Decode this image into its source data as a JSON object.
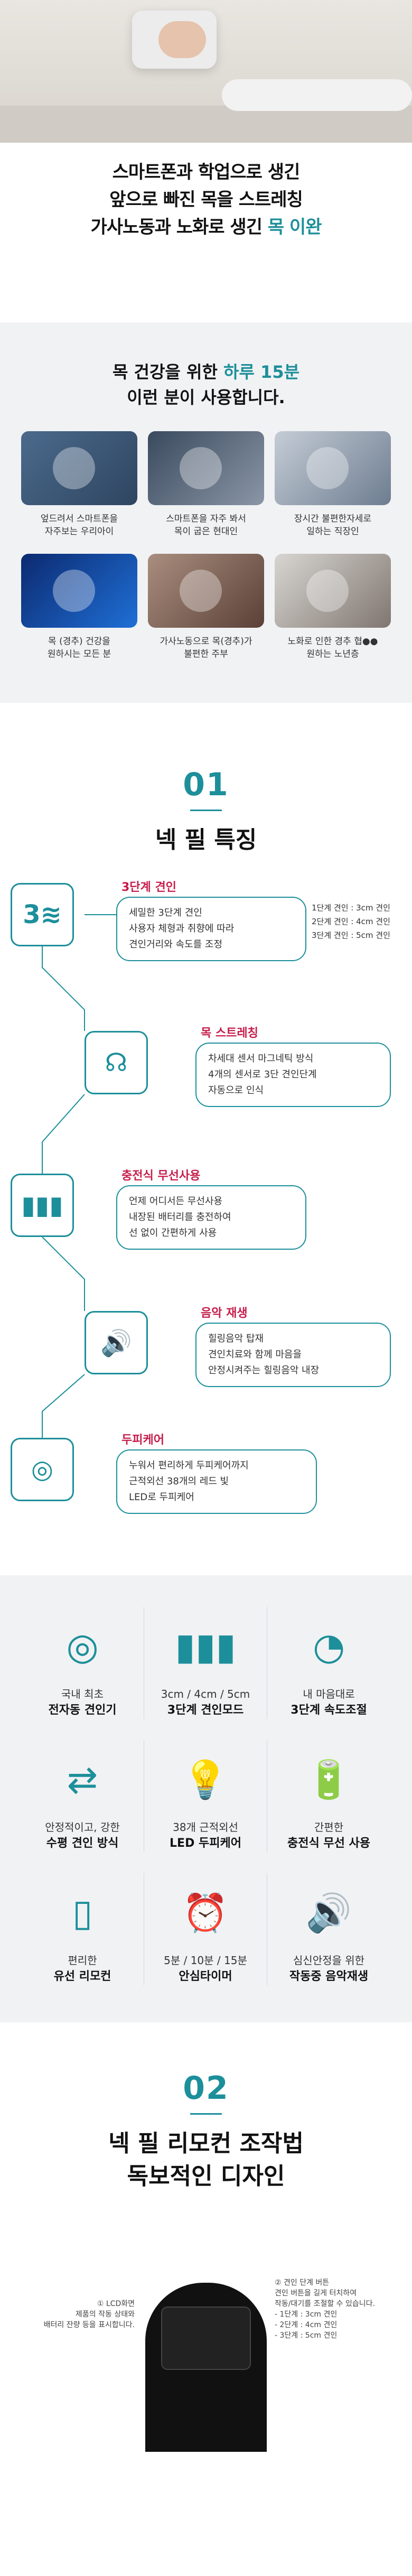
{
  "intro": {
    "line1": "스마트폰과 학업으로 생긴",
    "line2": "앞으로 빠진 목을 스트레칭",
    "line3a": "가사노동과 노화로 생긴 ",
    "line3b": "목 이완"
  },
  "who": {
    "title_a": "목 건강을 위한 ",
    "title_b": "하루 15분",
    "title_c": "이런 분이 사용합니다.",
    "cards": [
      {
        "l1": "엎드려서 스마트폰을",
        "l2": "자주보는 우리아이"
      },
      {
        "l1": "스마트폰을 자주 봐서",
        "l2": "목이 굽은 현대인"
      },
      {
        "l1": "장시간 불편한자세로",
        "l2": "일하는 직장인"
      },
      {
        "l1": "목 (경추) 건강을",
        "l2": "원하시는 모든 분"
      },
      {
        "l1": "가사노동으로 목(경추)가",
        "l2": "불편한 주부"
      },
      {
        "l1": "노화로 인한 경추 협●●",
        "l2": "원하는 노년층"
      }
    ]
  },
  "sec1": {
    "num": "01",
    "title": "넥 필 특징"
  },
  "features": [
    {
      "title": "3단계 견인",
      "lines": [
        "세밀한 3단계 견인",
        "사용자 체형과 취향에 따라",
        "견인거리와 속도를 조정"
      ],
      "icon": "3≋"
    },
    {
      "title": "목 스트레칭",
      "lines": [
        "차세대 센서 마그네틱 방식",
        "4개의 센서로 3단 견인단계",
        "자동으로 인식"
      ],
      "icon": "neck-icon"
    },
    {
      "title": "충전식 무선사용",
      "lines": [
        "언제 어디서든 무선사용",
        "내장된 배터리를 충전하여",
        "선 없이 간편하게 사용"
      ],
      "icon": "battery-icon"
    },
    {
      "title": "음악 재생",
      "lines": [
        "힐링음악 탑재",
        "견인치료와 함께 마음을",
        "안정시켜주는 힐링음악 내장"
      ],
      "icon": "speaker-icon"
    },
    {
      "title": "두피케어",
      "lines": [
        "누워서 편리하게 두피케어까지",
        "근적외선 38개의 레드 빛",
        "LED로 두피케어"
      ],
      "icon": "scalp-icon"
    }
  ],
  "traction_notes": [
    "1단계 견인 : 3cm 견인",
    "2단계 견인 : 4cm 견인",
    "3단계 견인 : 5cm 견인"
  ],
  "modes": [
    {
      "t1": "국내 최초",
      "t2": "전자동 견인기",
      "icon": "pillow-device-icon",
      "glyph": "◎"
    },
    {
      "t1": "3cm / 4cm / 5cm",
      "t2": "3단계 견인모드",
      "icon": "bar-steps-icon",
      "glyph": "▮▮▮"
    },
    {
      "t1": "내 마음대로",
      "t2": "3단계 속도조절",
      "icon": "gauge-icon",
      "glyph": "◔"
    },
    {
      "t1": "안정적이고, 강한",
      "t2": "수평 견인 방식",
      "icon": "horizontal-arrows-icon",
      "glyph": "⇄"
    },
    {
      "t1": "38개 근적외선",
      "t2": "LED 두피케어",
      "icon": "bulb-icon",
      "glyph": "💡"
    },
    {
      "t1": "간편한",
      "t2": "충전식 무선 사용",
      "icon": "battery-charge-icon",
      "glyph": "🔋"
    },
    {
      "t1": "편리한",
      "t2": "유선 리모컨",
      "icon": "remote-icon",
      "glyph": "▯"
    },
    {
      "t1": "5분 / 10분 / 15분",
      "t2": "안심타이머",
      "icon": "alarm-clock-icon",
      "glyph": "⏰"
    },
    {
      "t1": "심신안정을 위한",
      "t2": "작동중 음악재생",
      "icon": "music-speaker-icon",
      "glyph": "🔊"
    }
  ],
  "sec2": {
    "num": "02",
    "title1": "넥 필 리모컨 조작법",
    "title2": "독보적인 디자인"
  },
  "remote": {
    "lcd_label": "① LCD화면",
    "lcd_desc1": "제품의 작동 상태와",
    "lcd_desc2": "배터리 잔량 등을 표시합니다.",
    "btn_label": "② 견인 단계 버튼",
    "btn_desc1": "견인 버튼을 길게 터치하여",
    "btn_desc2": "작동/대기를 조절할 수 있습니다.",
    "btn_desc3": "- 1단계 : 3cm 견인",
    "btn_desc4": "- 2단계 : 4cm 견인",
    "btn_desc5": "- 3단계 : 5cm 견인"
  },
  "colors": {
    "accent": "#1c8f9a",
    "feature_title": "#c61c4a"
  }
}
